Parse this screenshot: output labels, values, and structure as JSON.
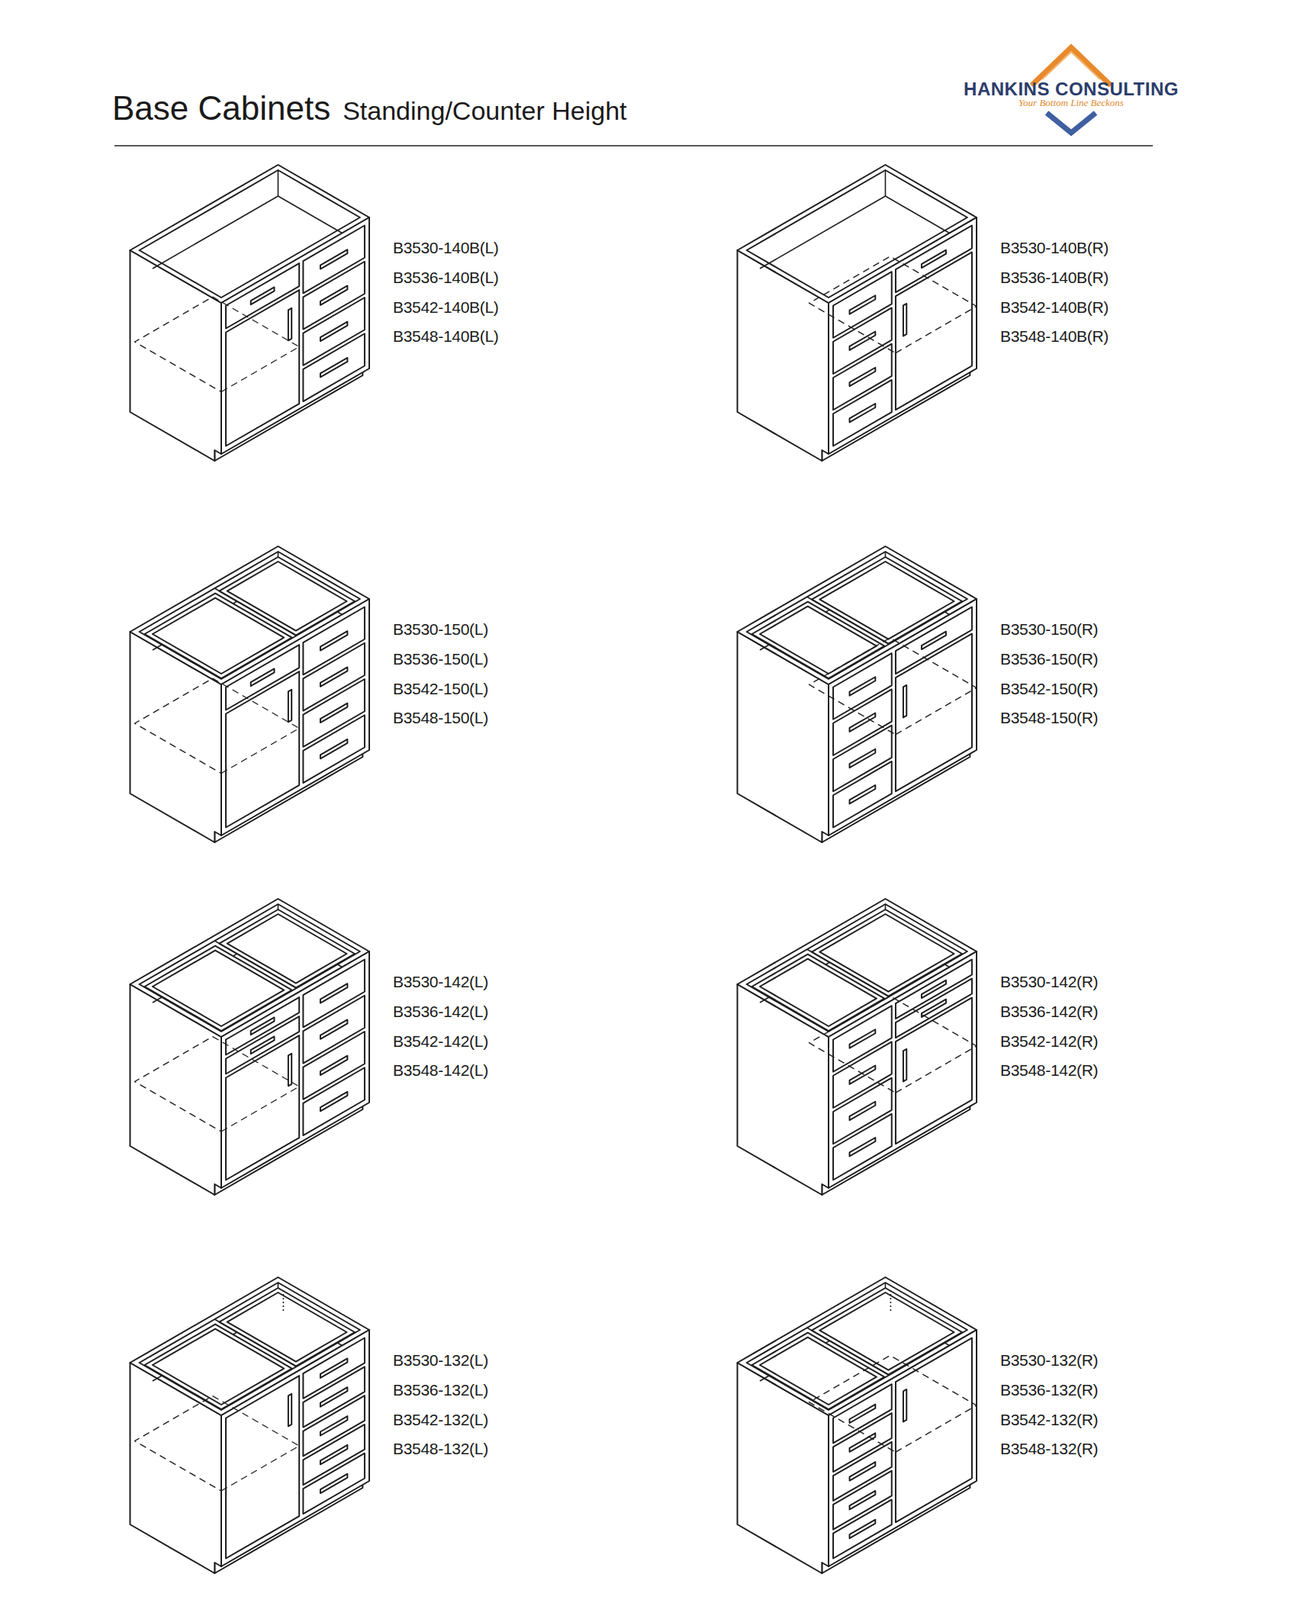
{
  "diagram": {
    "title": "Base Cabinets",
    "labels": [
      "Standing/Counter Height",
      "HANKINS CONSULTING",
      "Your Bottom Line Beckons",
      "B3530-140B(L)",
      "B3536-140B(L)",
      "B3542-140B(L)",
      "B3548-140B(L)",
      "B3530-140B(R)",
      "B3536-140B(R)",
      "B3542-140B(R)",
      "B3548-140B(R)",
      "B3530-150(L)",
      "B3536-150(L)",
      "B3542-150(L)",
      "B3548-150(L)",
      "B3530-150(R)",
      "B3536-150(R)",
      "B3542-150(R)",
      "B3548-150(R)",
      "B3530-142(L)",
      "B3536-142(L)",
      "B3542-142(L)",
      "B3548-142(L)",
      "B3530-142(R)",
      "B3536-142(R)",
      "B3542-142(R)",
      "B3548-142(R)",
      "B3530-132(L)",
      "B3536-132(L)",
      "B3542-132(L)",
      "B3548-132(L)",
      "B3530-132(R)",
      "B3536-132(R)",
      "B3542-132(R)",
      "B3548-132(R)"
    ]
  }
}
